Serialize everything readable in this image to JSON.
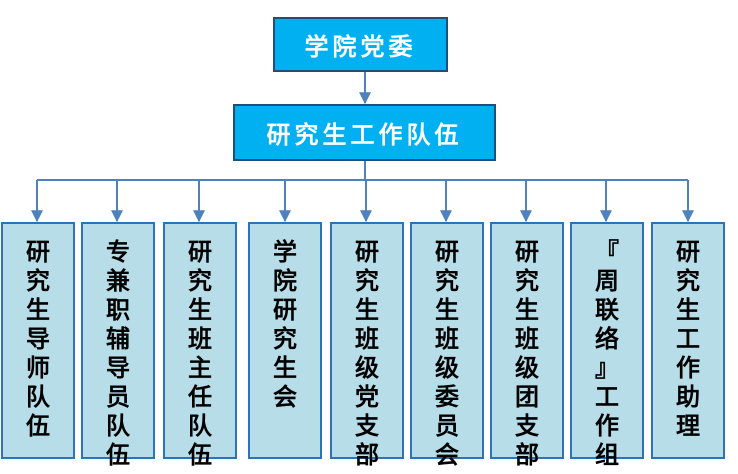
{
  "diagram": {
    "root": {
      "label": "学院党委"
    },
    "team": {
      "label": "研究生工作队伍"
    },
    "units": [
      {
        "label": "研究生导师队伍"
      },
      {
        "label": "专兼职辅导员队伍"
      },
      {
        "label": "研究生班主任队伍"
      },
      {
        "label": "学院研究生会"
      },
      {
        "label": "研究生班级党支部"
      },
      {
        "label": "研究生班级委员会"
      },
      {
        "label": "研究生班级团支部"
      },
      {
        "label": "『周联络』工作组"
      },
      {
        "label": "研究生工作助理"
      }
    ]
  },
  "colors": {
    "header_fill": "#00b0f0",
    "header_border": "#1f4e79",
    "unit_fill": "#b7dde8",
    "unit_border": "#2e74b5",
    "connector": "#5b8dc9"
  }
}
